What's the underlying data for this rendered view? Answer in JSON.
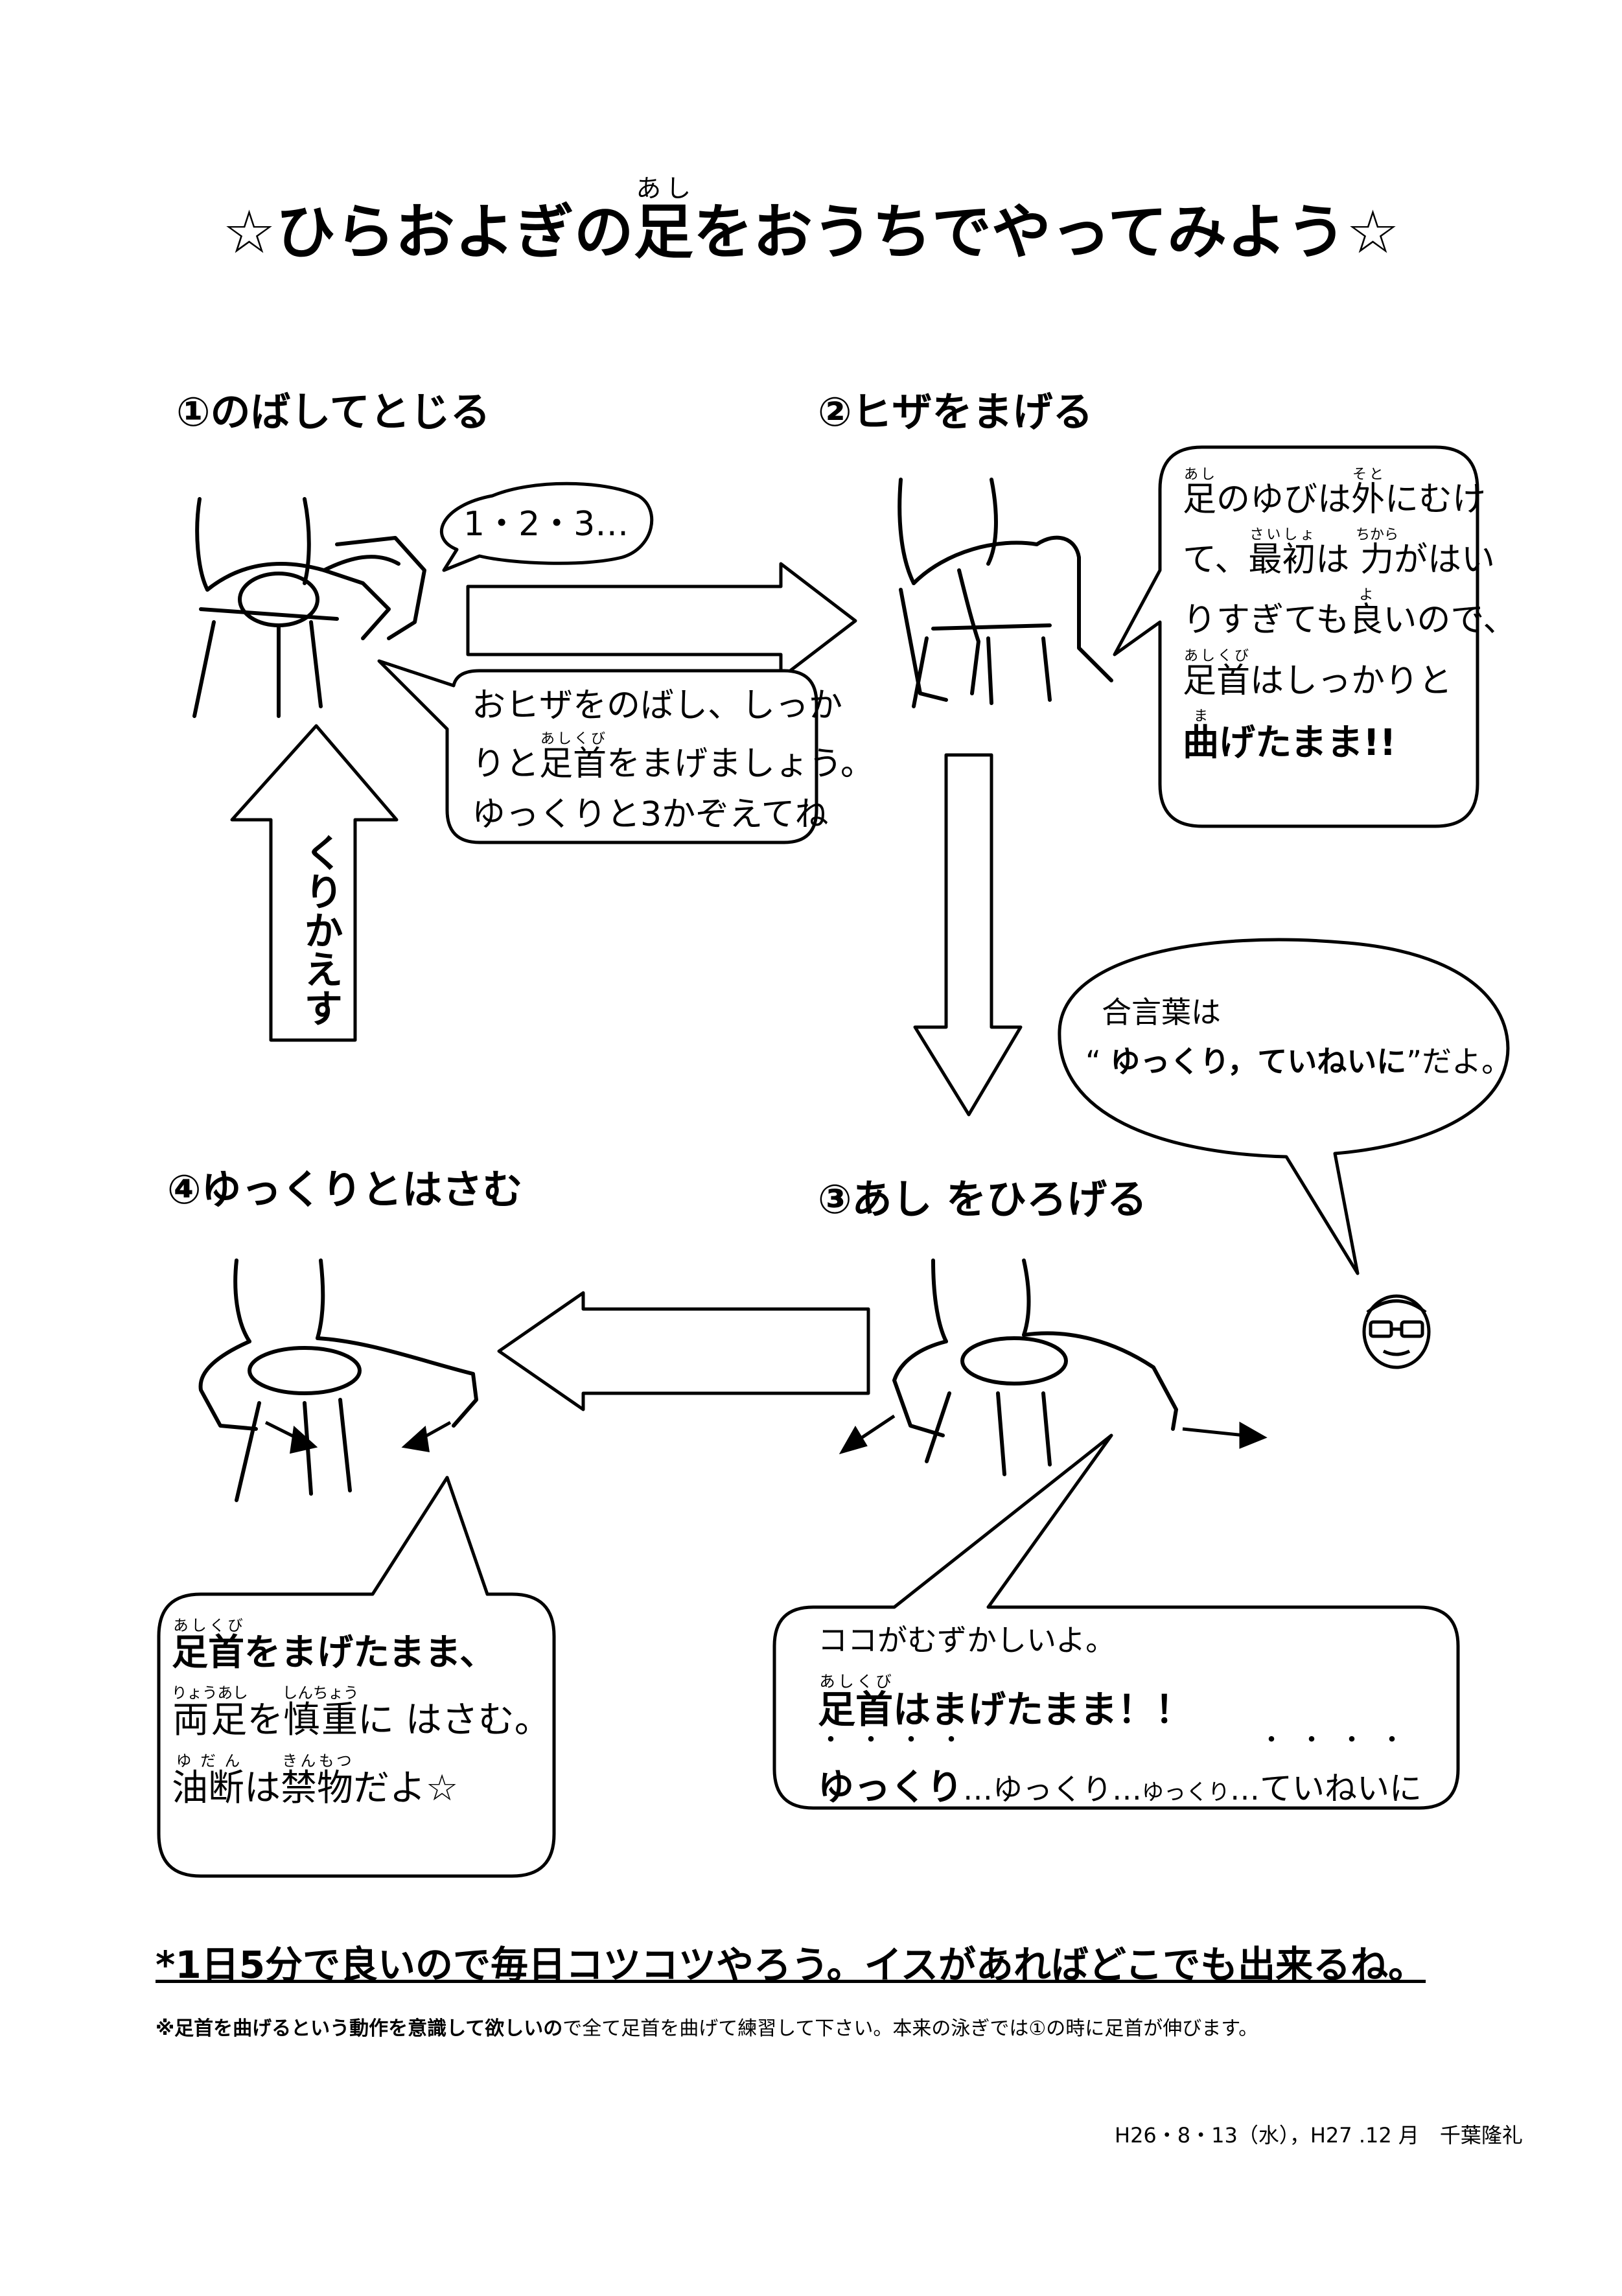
{
  "title": {
    "star": "☆",
    "before": "ひらおよぎの",
    "kanji": "足",
    "kanji_ruby": "あし",
    "after": "をおうちでやってみよう"
  },
  "steps": {
    "step1": "①のばしてとじる",
    "step2": "②ヒザをまげる",
    "step3": "③あし をひろげる",
    "step4": "④ゆっくりとはさむ"
  },
  "bubbles": {
    "count": "1・2・3…",
    "step1_note": {
      "line1": "おヒザをのばし、しっか",
      "line2_pre": "りと",
      "line2_kanji": "足首",
      "line2_ruby": "あしくび",
      "line2_post": "をまげましょう。",
      "line3": "ゆっくりと3かぞえてね"
    },
    "step2_note": {
      "l1_k1": "足",
      "l1_r1": "あし",
      "l1_m": "のゆびは",
      "l1_k2": "外",
      "l1_r2": "そと",
      "l1_e": "にむけ",
      "l2_a": "て、",
      "l2_k1": "最初",
      "l2_r1": "さいしょ",
      "l2_m": "は ",
      "l2_k2": "力",
      "l2_r2": "ちから",
      "l2_e": "がはい",
      "l3_a": "りすぎても",
      "l3_k": "良",
      "l3_r": "よ",
      "l3_e": "いので、",
      "l4_k": "足首",
      "l4_r": "あしくび",
      "l4_e": "はしっかりと",
      "l5_k": "曲",
      "l5_r": "ま",
      "l5_e": "げたまま!!"
    },
    "aikotoba": {
      "line1": "合言葉は",
      "open": "“ ",
      "bold": "ゆっくり，ていねいに",
      "close": "”だよ。"
    },
    "step4_note": {
      "l1_k": "足首",
      "l1_r": "あしくび",
      "l1_e": "をまげたまま、",
      "l2_k1": "両足",
      "l2_r1": "りょうあし",
      "l2_m": "を",
      "l2_k2": "慎重",
      "l2_r2": "しんちょう",
      "l2_e": "に はさむ。",
      "l3_k1": "油断",
      "l3_r1": "ゆだん",
      "l3_m": "は",
      "l3_k2": "禁物",
      "l3_r2": "きんもつ",
      "l3_e": "だよ☆"
    },
    "step3_note": {
      "line1": "ココがむずかしいよ。",
      "l2_k": "足首",
      "l2_r": "あしくび",
      "l2_e": "はまげたまま！！",
      "dots1": "・・・・",
      "dots2": "・・・・",
      "l3_a": "ゆっくり",
      "l3_b": "…ゆっくり…",
      "l3_c": "ゆっくり",
      "l3_d": "…",
      "l3_e": "ていねいに"
    }
  },
  "repeat_label": "くりかえす",
  "bottom": {
    "main": "*1日5分で良いので毎日コツコツやろう。イスがあればどこでも出来るね。",
    "note_bold": "※足首を曲げるという動作を意識して欲しいの",
    "note_rest": "で全て足首を曲げて練習して下さい。本来の泳ぎでは①の時に足首が伸びます。",
    "signature": "H26・8・13（水），H27 .12 月　千葉隆礼"
  }
}
